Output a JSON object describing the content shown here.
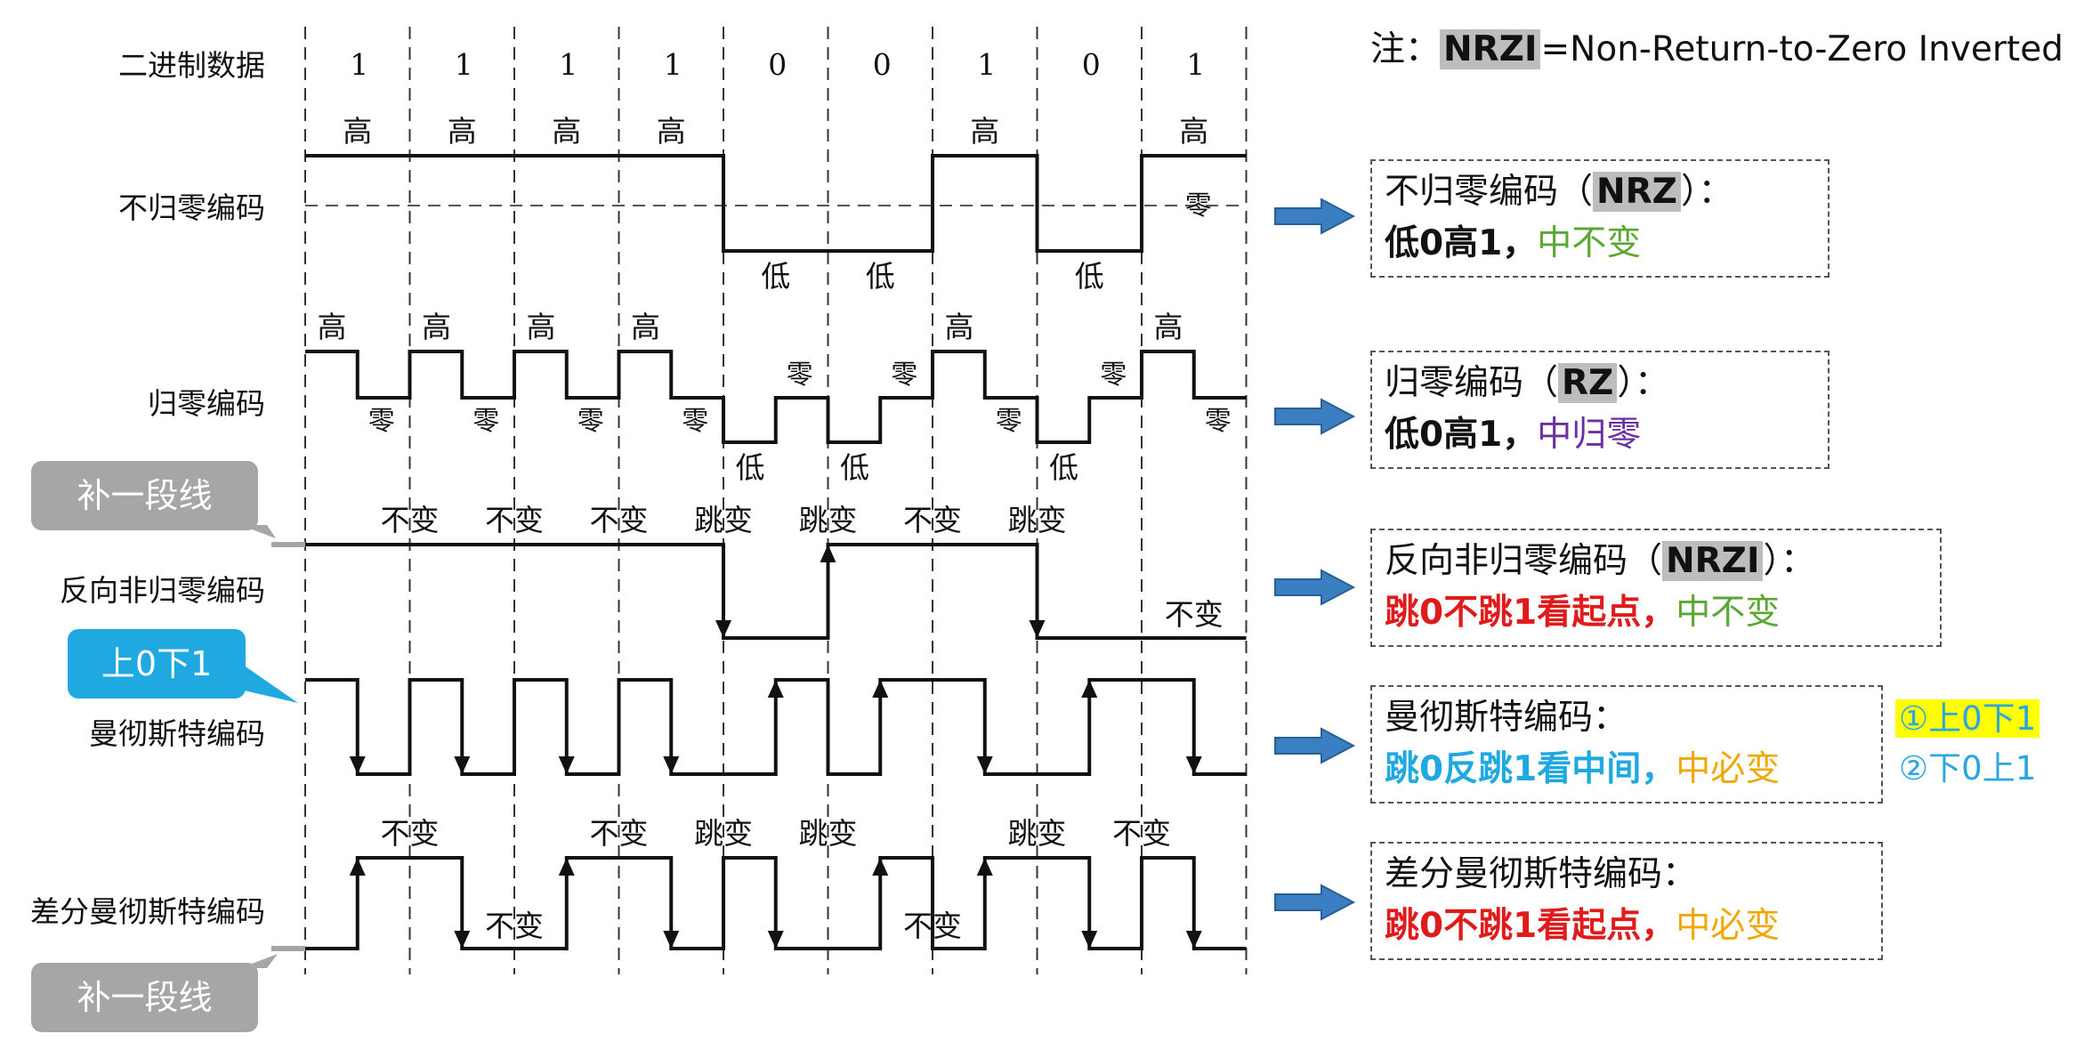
{
  "note": {
    "prefix": "注：",
    "abbr": "NRZI",
    "text": "=Non-Return-to-Zero Inverted"
  },
  "row_labels": {
    "binary": "二进制数据",
    "nrz": "不归零编码",
    "rz": "归零编码",
    "nrzi": "反向非归零编码",
    "manchester": "曼彻斯特编码",
    "diff_manchester": "差分曼彻斯特编码"
  },
  "bits": [
    "1",
    "1",
    "1",
    "1",
    "0",
    "0",
    "1",
    "0",
    "1"
  ],
  "waveforms": {
    "nrz": [
      1,
      1,
      1,
      1,
      0,
      0,
      1,
      0,
      1
    ],
    "rz_first_half": [
      1,
      1,
      1,
      1,
      0,
      0,
      1,
      0,
      1
    ],
    "nrzi": [
      1,
      1,
      1,
      1,
      0,
      1,
      1,
      0,
      0
    ],
    "manchester_first_half": [
      1,
      1,
      1,
      1,
      0,
      0,
      1,
      0,
      1
    ],
    "diff_manchester_first_half": [
      0,
      1,
      0,
      1,
      1,
      0,
      0,
      1,
      1
    ]
  },
  "annotations": {
    "high": "高",
    "low": "低",
    "zero": "零",
    "nochange": "不变",
    "jump": "跳变",
    "nrzi_marks": [
      "不变",
      "不变",
      "不变",
      "跳变",
      "跳变",
      "不变",
      "跳变"
    ],
    "nrzi_last": "不变",
    "diff_top": [
      {
        "bit": 1,
        "text": "不变"
      },
      {
        "bit": 3,
        "text": "不变"
      },
      {
        "bit": 4,
        "text": "跳变"
      },
      {
        "bit": 5,
        "text": "跳变"
      },
      {
        "bit": 7,
        "text": "跳变"
      },
      {
        "bit": 8,
        "text": "不变"
      }
    ],
    "diff_bottom": [
      {
        "bit": 2,
        "text": "不变"
      },
      {
        "bit": 6,
        "text": "不变"
      }
    ]
  },
  "callouts": {
    "supplement_line": "补一段线",
    "up0down1": "上0下1"
  },
  "boxes": {
    "nrz": {
      "title": "不归零编码（",
      "abbr": "NRZ",
      "title_end": "）：",
      "rule": "低0高1，",
      "rule2": "中不变",
      "rule2_color": "#5aa832"
    },
    "rz": {
      "title": "归零编码（",
      "abbr": "RZ",
      "title_end": "）：",
      "rule": "低0高1，",
      "rule2": "中归零",
      "rule2_color": "#6b2fa0"
    },
    "nrzi": {
      "title": "反向非归零编码（",
      "abbr": "NRZI",
      "title_end": "）：",
      "rule": "跳0不跳1看起点，",
      "rule_color": "#e01b1b",
      "rule2": "中不变",
      "rule2_color": "#5aa832"
    },
    "manchester": {
      "title": "曼彻斯特编码：",
      "rule": "跳0反跳1看中间，",
      "rule_color": "#1fa9e0",
      "rule2": "中必变",
      "rule2_color": "#f0a800"
    },
    "diff_manchester": {
      "title": "差分曼彻斯特编码：",
      "rule": "跳0不跳1看起点，",
      "rule_color": "#e01b1b",
      "rule2": "中必变",
      "rule2_color": "#f0a800"
    }
  },
  "manchester_options": [
    "①上0下1",
    "②下0上1"
  ],
  "colors": {
    "arrow_fill": "#3a7fc1",
    "callout_gray": "#a6a6a6",
    "callout_blue": "#1fa9e0"
  }
}
